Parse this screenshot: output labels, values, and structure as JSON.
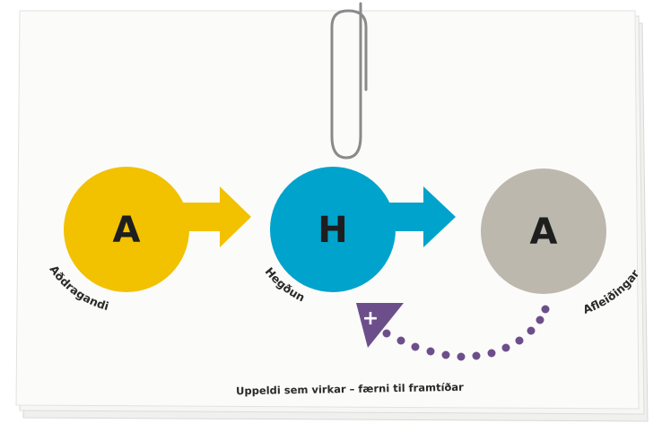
{
  "colors": {
    "antecedent": "#f2c100",
    "behavior": "#00a3cc",
    "consequence": "#bdb8ae",
    "reinforcement": "#6c4f8a",
    "text": "#1e1e1e"
  },
  "nodes": [
    {
      "letter": "A",
      "label": "Aðdragandi"
    },
    {
      "letter": "H",
      "label": "Hegðun"
    },
    {
      "letter": "A",
      "label": "Afleiðingar"
    }
  ],
  "feedback": {
    "symbol": "+",
    "icon": "plus-icon"
  },
  "caption": "Uppeldi sem virkar – færni til framtíðar"
}
